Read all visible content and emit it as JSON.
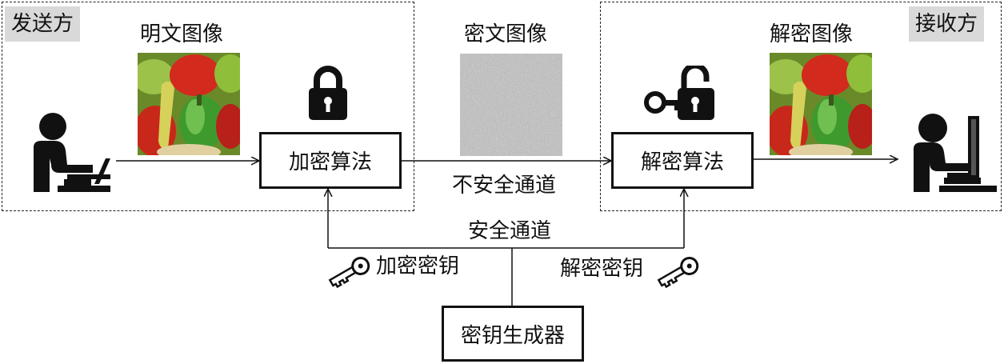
{
  "sender": {
    "tag": "发送方",
    "plain_image_label": "明文图像"
  },
  "receiver": {
    "tag": "接收方",
    "decrypted_image_label": "解密图像"
  },
  "cipher_image_label": "密文图像",
  "encrypt_box": "加密算法",
  "decrypt_box": "解密算法",
  "insecure_channel": "不安全通道",
  "secure_channel": "安全通道",
  "encryption_key": "加密密钥",
  "decryption_key": "解密密钥",
  "key_generator": "密钥生成器",
  "icons": {
    "sender": "person-at-laptop-icon",
    "receiver": "person-at-desktop-icon",
    "encrypt": "padlock-icon",
    "decrypt": "key-unlock-padlock-icon",
    "key": "key-icon"
  }
}
